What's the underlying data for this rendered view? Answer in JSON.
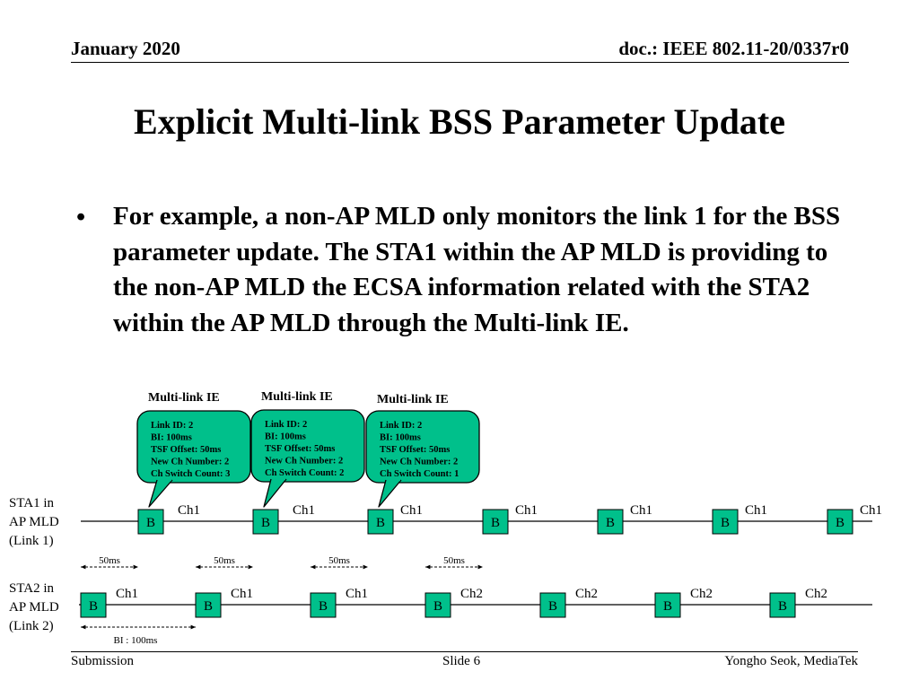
{
  "header": {
    "date": "January 2020",
    "doc": "doc.: IEEE 802.11-20/0337r0"
  },
  "title": "Explicit Multi-link BSS Parameter Update",
  "bullet": "For example, a non-AP MLD only monitors the link 1 for the BSS parameter update. The STA1 within the AP MLD is providing to the non-AP MLD the ECSA information related with the STA2 within the AP MLD through the Multi-link IE.",
  "rows": {
    "sta1_label": [
      "STA1 in",
      "AP MLD",
      "(Link 1)"
    ],
    "sta2_label": [
      "STA2 in",
      "AP MLD",
      "(Link 2)"
    ]
  },
  "multilink_ies": [
    {
      "heading": "Multi-link IE",
      "lines": [
        "Link ID: 2",
        "BI: 100ms",
        "TSF Offset: 50ms",
        "New Ch Number: 2",
        "Ch Switch Count: 3"
      ]
    },
    {
      "heading": "Multi-link IE",
      "lines": [
        "Link ID: 2",
        "BI: 100ms",
        "TSF Offset: 50ms",
        "New Ch Number: 2",
        "Ch Switch Count: 2"
      ]
    },
    {
      "heading": "Multi-link IE",
      "lines": [
        "Link ID: 2",
        "BI: 100ms",
        "TSF Offset: 50ms",
        "New Ch Number: 2",
        "Ch Switch Count: 1"
      ]
    }
  ],
  "link1": {
    "beacon_label": "B",
    "channels": [
      "Ch1",
      "Ch1",
      "Ch1",
      "Ch1",
      "Ch1",
      "Ch1",
      "Ch1"
    ]
  },
  "link2": {
    "beacon_label": "B",
    "channels": [
      "Ch1",
      "Ch1",
      "Ch1",
      "Ch2",
      "Ch2",
      "Ch2",
      "Ch2"
    ]
  },
  "offsets": [
    "50ms",
    "50ms",
    "50ms",
    "50ms"
  ],
  "bi_label": "BI : 100ms",
  "colors": {
    "beacon_fill": "#00c08b",
    "box_fill": "#00c08b"
  },
  "footer": {
    "left": "Submission",
    "center": "Slide 6",
    "right": "Yongho Seok, MediaTek"
  }
}
